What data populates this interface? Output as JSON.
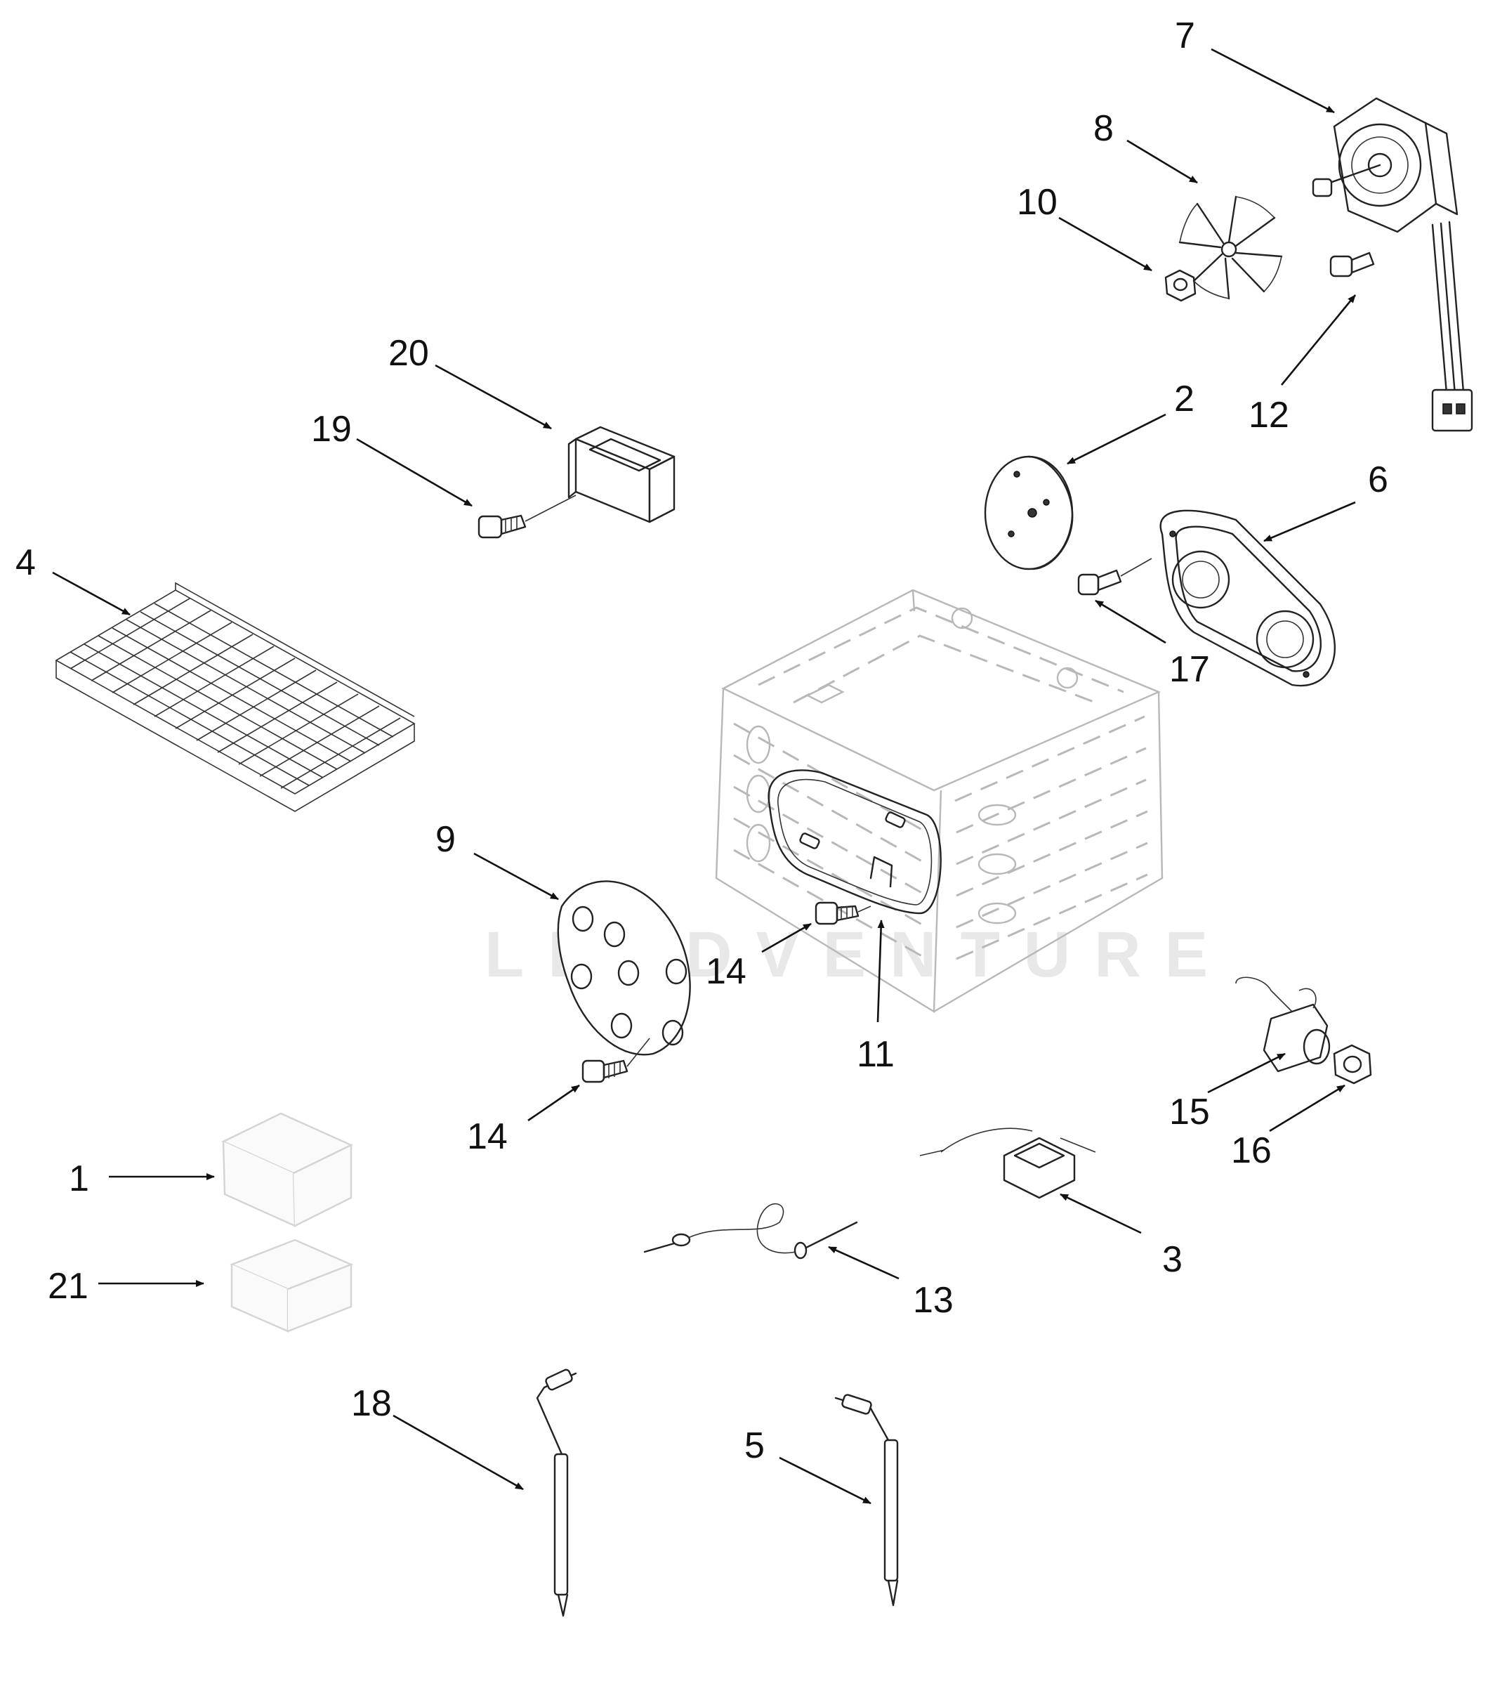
{
  "diagram": {
    "watermark": "LEADVENTURE",
    "callouts": [
      {
        "id": "c7",
        "label": "7"
      },
      {
        "id": "c8",
        "label": "8"
      },
      {
        "id": "c10",
        "label": "10"
      },
      {
        "id": "c12",
        "label": "12"
      },
      {
        "id": "c2",
        "label": "2"
      },
      {
        "id": "c6",
        "label": "6"
      },
      {
        "id": "c17",
        "label": "17"
      },
      {
        "id": "c20",
        "label": "20"
      },
      {
        "id": "c19",
        "label": "19"
      },
      {
        "id": "c4",
        "label": "4"
      },
      {
        "id": "c9",
        "label": "9"
      },
      {
        "id": "c14a",
        "label": "14"
      },
      {
        "id": "c11",
        "label": "11"
      },
      {
        "id": "c14b",
        "label": "14"
      },
      {
        "id": "c15",
        "label": "15"
      },
      {
        "id": "c16",
        "label": "16"
      },
      {
        "id": "c1",
        "label": "1"
      },
      {
        "id": "c21",
        "label": "21"
      },
      {
        "id": "c3",
        "label": "3"
      },
      {
        "id": "c13",
        "label": "13"
      },
      {
        "id": "c18",
        "label": "18"
      },
      {
        "id": "c5",
        "label": "5"
      }
    ]
  }
}
